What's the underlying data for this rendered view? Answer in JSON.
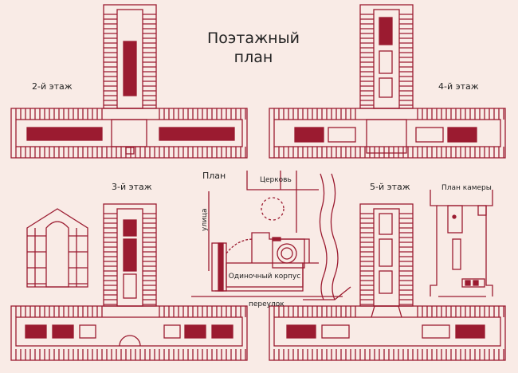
{
  "title_line1": "Поэтажный",
  "title_line2": "план",
  "floors": {
    "second": "2-й этаж",
    "third": "3-й этаж",
    "fourth": "4-й этаж",
    "fifth": "5-й этаж"
  },
  "site_plan": {
    "heading": "План",
    "church": "Церковь",
    "street": "улица",
    "lane": "переулок",
    "building": "Одиночный корпус"
  },
  "cell_plan": "План камеры",
  "colors": {
    "background": "#f9ebe6",
    "line": "#9b1b30",
    "fill": "#9b1b30",
    "text": "#222222"
  }
}
